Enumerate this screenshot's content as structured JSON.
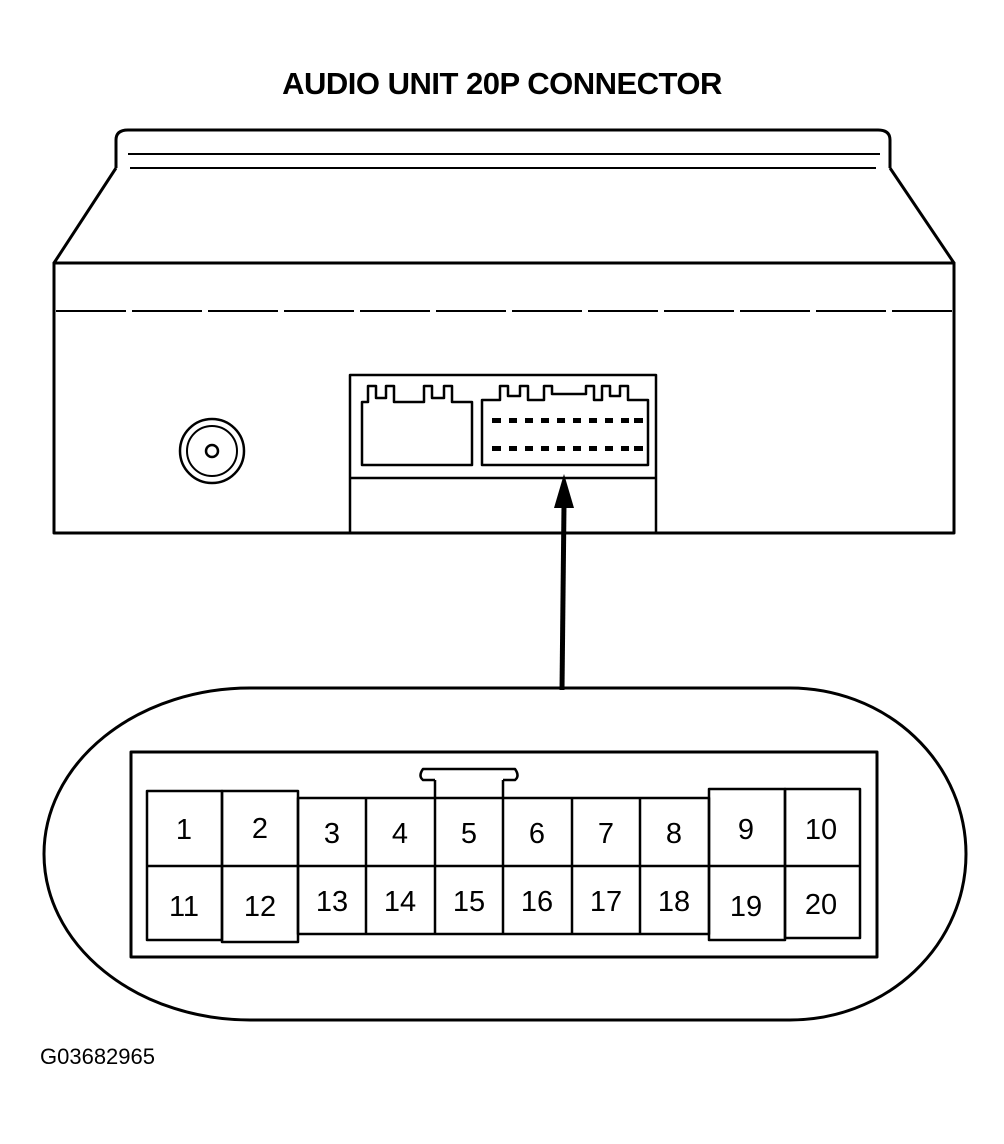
{
  "title": "AUDIO UNIT 20P CONNECTOR",
  "figure_id": "G03682965",
  "connector": {
    "pin_count": 20,
    "top_row": [
      "1",
      "2",
      "3",
      "4",
      "5",
      "6",
      "7",
      "8",
      "9",
      "10"
    ],
    "bottom_row": [
      "11",
      "12",
      "13",
      "14",
      "15",
      "16",
      "17",
      "18",
      "19",
      "20"
    ]
  },
  "colors": {
    "line": "#000000",
    "background": "#ffffff"
  }
}
